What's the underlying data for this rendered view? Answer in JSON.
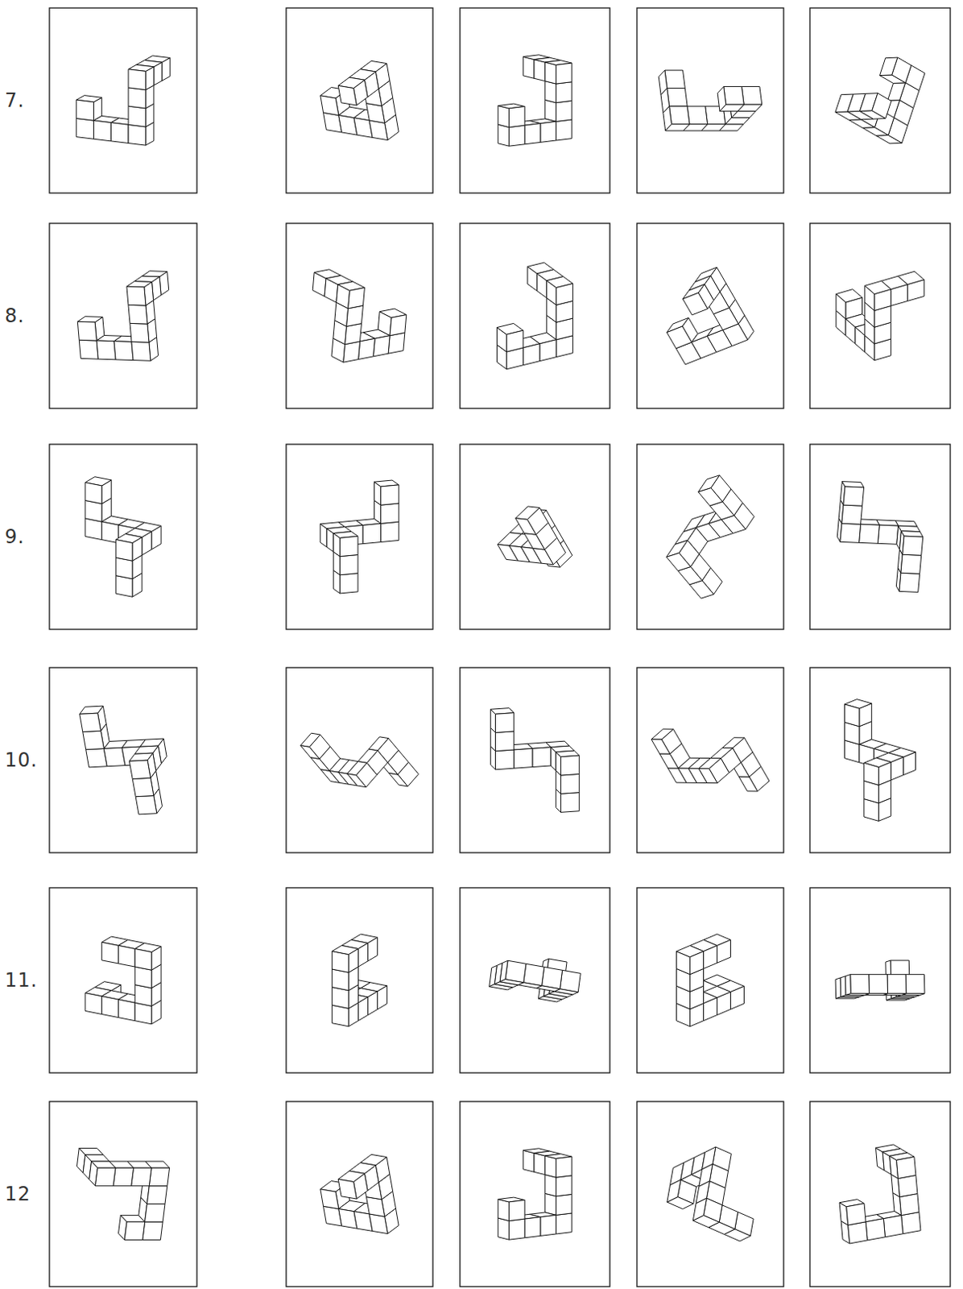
{
  "diagram": {
    "labels": [
      "7.",
      "8.",
      "9.",
      "10.",
      "11.",
      "12"
    ]
  }
}
